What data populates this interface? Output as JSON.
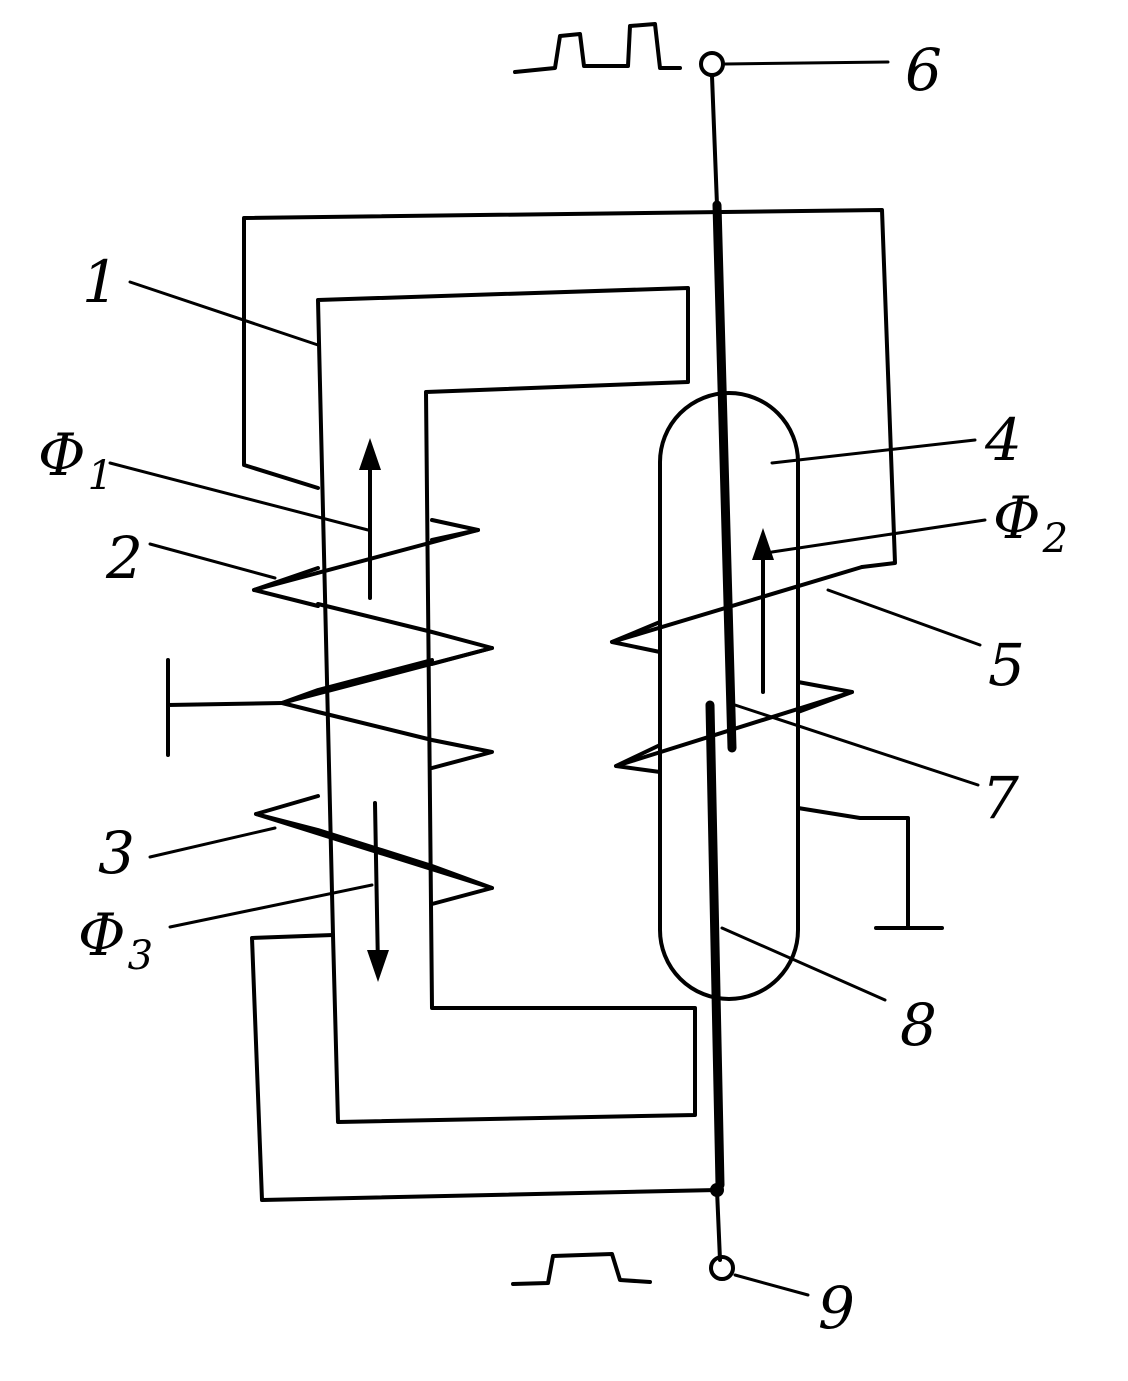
{
  "labels": {
    "n1": "1",
    "n2": "2",
    "n3": "3",
    "n4": "4",
    "n5": "5",
    "n6": "6",
    "n7": "7",
    "n8": "8",
    "n9": "9",
    "phi1": {
      "base": "Φ",
      "sub": "1"
    },
    "phi2": {
      "base": "Φ",
      "sub": "2"
    },
    "phi3": {
      "base": "Φ",
      "sub": "3"
    }
  }
}
